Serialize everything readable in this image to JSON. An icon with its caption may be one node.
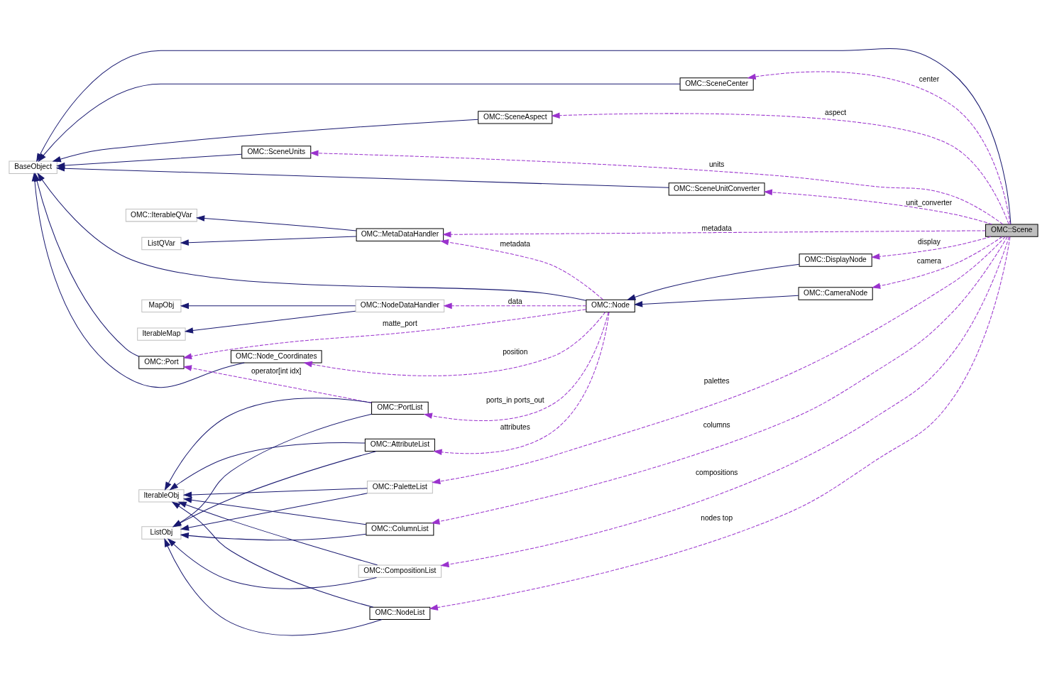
{
  "diagram": {
    "nodes": [
      {
        "text": [
          "BaseObject"
        ]
      },
      {
        "text": [
          "OMC::SceneCenter"
        ]
      },
      {
        "text": [
          "OMC::SceneAspect"
        ]
      },
      {
        "text": [
          "OMC::SceneUnits"
        ]
      },
      {
        "text": [
          "OMC::SceneUnitConverter"
        ]
      },
      {
        "text": [
          "MapObj"
        ]
      },
      {
        "text": [
          "IterableMap"
        ]
      },
      {
        "text": [
          "OMC::NodeDataHandler"
        ]
      },
      {
        "text": [
          "OMC::IterableQVar"
        ]
      },
      {
        "text": [
          "OMC::MetaDataHandler"
        ]
      },
      {
        "text": [
          "ListQVar"
        ]
      },
      {
        "text": [
          "OMC::Node"
        ]
      },
      {
        "text": [
          "OMC::DisplayNode"
        ]
      },
      {
        "text": [
          "OMC::CameraNode"
        ]
      },
      {
        "text": [
          "OMC::Scene"
        ]
      },
      {
        "text": [
          "OMC::Port"
        ]
      },
      {
        "text": [
          "OMC::Node_Coordinates"
        ]
      },
      {
        "text": [
          "OMC::PortList"
        ]
      },
      {
        "text": [
          "OMC::AttributeList"
        ]
      },
      {
        "text": [
          "IterableObj"
        ]
      },
      {
        "text": [
          "OMC::PaletteList"
        ]
      },
      {
        "text": [
          "ListObj"
        ]
      },
      {
        "text": [
          "OMC::ColumnList"
        ]
      },
      {
        "text": [
          "OMC::CompositionList"
        ]
      },
      {
        "text": [
          "OMC::NodeList"
        ]
      }
    ],
    "edges": [
      {
        "from": 14,
        "to": 0,
        "arrow": "to"
      },
      {
        "from": 1,
        "to": 0,
        "arrow": "to"
      },
      {
        "from": 2,
        "to": 0,
        "arrow": "to"
      },
      {
        "from": 3,
        "to": 0,
        "arrow": "to"
      },
      {
        "from": 4,
        "to": 0,
        "arrow": "to"
      },
      {
        "from": 7,
        "to": 5,
        "arrow": "to"
      },
      {
        "from": 7,
        "to": 6,
        "arrow": "to"
      },
      {
        "from": 9,
        "to": 8,
        "arrow": "to"
      },
      {
        "from": 9,
        "to": 10,
        "arrow": "to"
      },
      {
        "from": 11,
        "to": 0,
        "arrow": "to"
      },
      {
        "from": 12,
        "to": 11,
        "arrow": "to"
      },
      {
        "from": 13,
        "to": 11,
        "arrow": "to"
      },
      {
        "from": 15,
        "to": 0,
        "arrow": "to"
      },
      {
        "from": 16,
        "to": 0,
        "arrow": "to"
      },
      {
        "from": 17,
        "to": 19,
        "arrow": "to"
      },
      {
        "from": 17,
        "to": 21,
        "arrow": "to"
      },
      {
        "from": 18,
        "to": 19,
        "arrow": "to"
      },
      {
        "from": 18,
        "to": 21,
        "arrow": "to"
      },
      {
        "from": 20,
        "to": 19,
        "arrow": "to"
      },
      {
        "from": 20,
        "to": 21,
        "arrow": "to"
      },
      {
        "from": 22,
        "to": 19,
        "arrow": "to"
      },
      {
        "from": 22,
        "to": 21,
        "arrow": "to"
      },
      {
        "from": 23,
        "to": 19,
        "arrow": "to"
      },
      {
        "from": 23,
        "to": 21,
        "arrow": "to"
      },
      {
        "from": 24,
        "to": 19,
        "arrow": "to"
      },
      {
        "from": 24,
        "to": 21,
        "arrow": "to"
      },
      {
        "from": 14,
        "to": 1,
        "arrow": "to",
        "label": "center",
        "style": "dashed",
        "color": "#9a32cd"
      },
      {
        "from": 14,
        "to": 2,
        "arrow": "to",
        "label": "aspect",
        "style": "dashed",
        "color": "#9a32cd"
      },
      {
        "from": 14,
        "to": 3,
        "arrow": "to",
        "label": "units",
        "style": "dashed",
        "color": "#9a32cd"
      },
      {
        "from": 14,
        "to": 4,
        "arrow": "to",
        "label": "unit_converter",
        "style": "dashed",
        "color": "#9a32cd"
      },
      {
        "from": 14,
        "to": 9,
        "arrow": "to",
        "label": "metadata",
        "style": "dashed",
        "color": "#9a32cd"
      },
      {
        "from": 14,
        "to": 12,
        "arrow": "to",
        "label": "display",
        "style": "dashed",
        "color": "#9a32cd"
      },
      {
        "from": 14,
        "to": 13,
        "arrow": "to",
        "label": "camera",
        "style": "dashed",
        "color": "#9a32cd"
      },
      {
        "from": 14,
        "to": 20,
        "arrow": "to",
        "label": "palettes",
        "style": "dashed",
        "color": "#9a32cd"
      },
      {
        "from": 14,
        "to": 22,
        "arrow": "to",
        "label": "columns",
        "style": "dashed",
        "color": "#9a32cd"
      },
      {
        "from": 14,
        "to": 23,
        "arrow": "to",
        "label": "compositions",
        "style": "dashed",
        "color": "#9a32cd"
      },
      {
        "from": 14,
        "to": 24,
        "arrow": "to",
        "label": "nodes top",
        "style": "dashed",
        "color": "#9a32cd"
      },
      {
        "from": 11,
        "to": 7,
        "arrow": "to",
        "label": "data",
        "style": "dashed",
        "color": "#9a32cd"
      },
      {
        "from": 11,
        "to": 9,
        "arrow": "to",
        "label": "metadata",
        "style": "dashed",
        "color": "#9a32cd"
      },
      {
        "from": 11,
        "to": 15,
        "arrow": "to",
        "label": "matte_port",
        "style": "dashed",
        "color": "#9a32cd"
      },
      {
        "from": 11,
        "to": 16,
        "arrow": "to",
        "label": "position",
        "style": "dashed",
        "color": "#9a32cd"
      },
      {
        "from": 11,
        "to": 17,
        "arrow": "to",
        "label": "ports_in ports_out",
        "style": "dashed",
        "color": "#9a32cd"
      },
      {
        "from": 11,
        "to": 18,
        "arrow": "to",
        "label": "attributes",
        "style": "dashed",
        "color": "#9a32cd"
      },
      {
        "from": 17,
        "to": 15,
        "arrow": "to",
        "label": "operator[int idx]",
        "style": "dashed",
        "color": "#9a32cd"
      }
    ]
  }
}
